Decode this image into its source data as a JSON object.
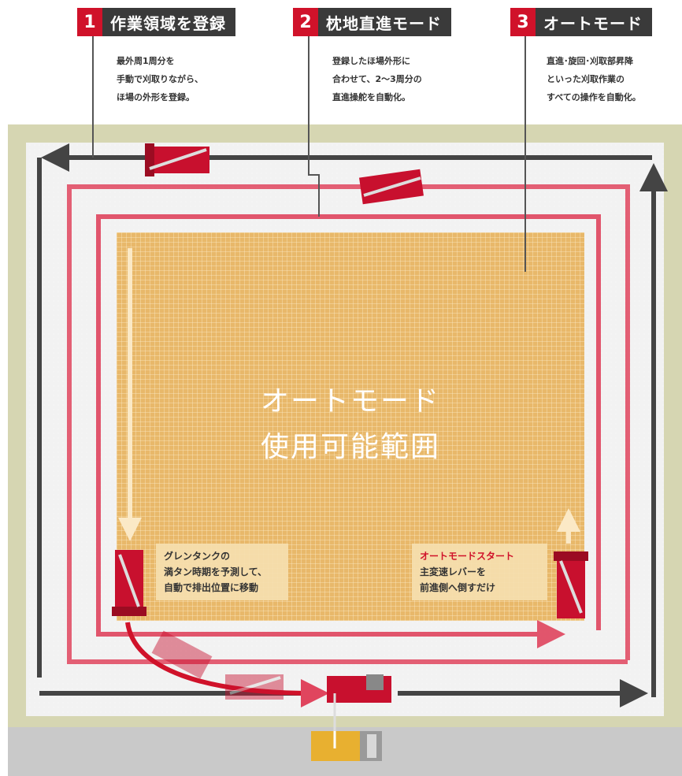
{
  "steps": [
    {
      "num": "1",
      "title": "作業領域を登録",
      "desc": [
        "最外周1周分を",
        "手動で刈取りながら、",
        "ほ場の外形を登録。"
      ]
    },
    {
      "num": "2",
      "title": "枕地直進モード",
      "desc": [
        "登録したほ場外形に",
        "合わせて、2〜3周分の",
        "直進操舵を自動化。"
      ]
    },
    {
      "num": "3",
      "title": "オートモード",
      "desc": [
        "直進･旋回･刈取部昇降",
        "といった刈取作業の",
        "すべての操作を自動化。"
      ]
    }
  ],
  "auto_area": {
    "line1": "オートモード",
    "line2": "使用可能範囲"
  },
  "note_left": [
    "グレンタンクの",
    "満タン時期を予測して、",
    "自動で排出位置に移動"
  ],
  "note_right": {
    "highlight": "オートモードスタート",
    "lines": [
      "主変速レバーを",
      "前進側へ倒すだけ"
    ]
  },
  "colors": {
    "brand_red": "#d0122a",
    "path_dark": "#444444",
    "path_red": "#e0455e",
    "auto_area": "#e8b86a"
  }
}
